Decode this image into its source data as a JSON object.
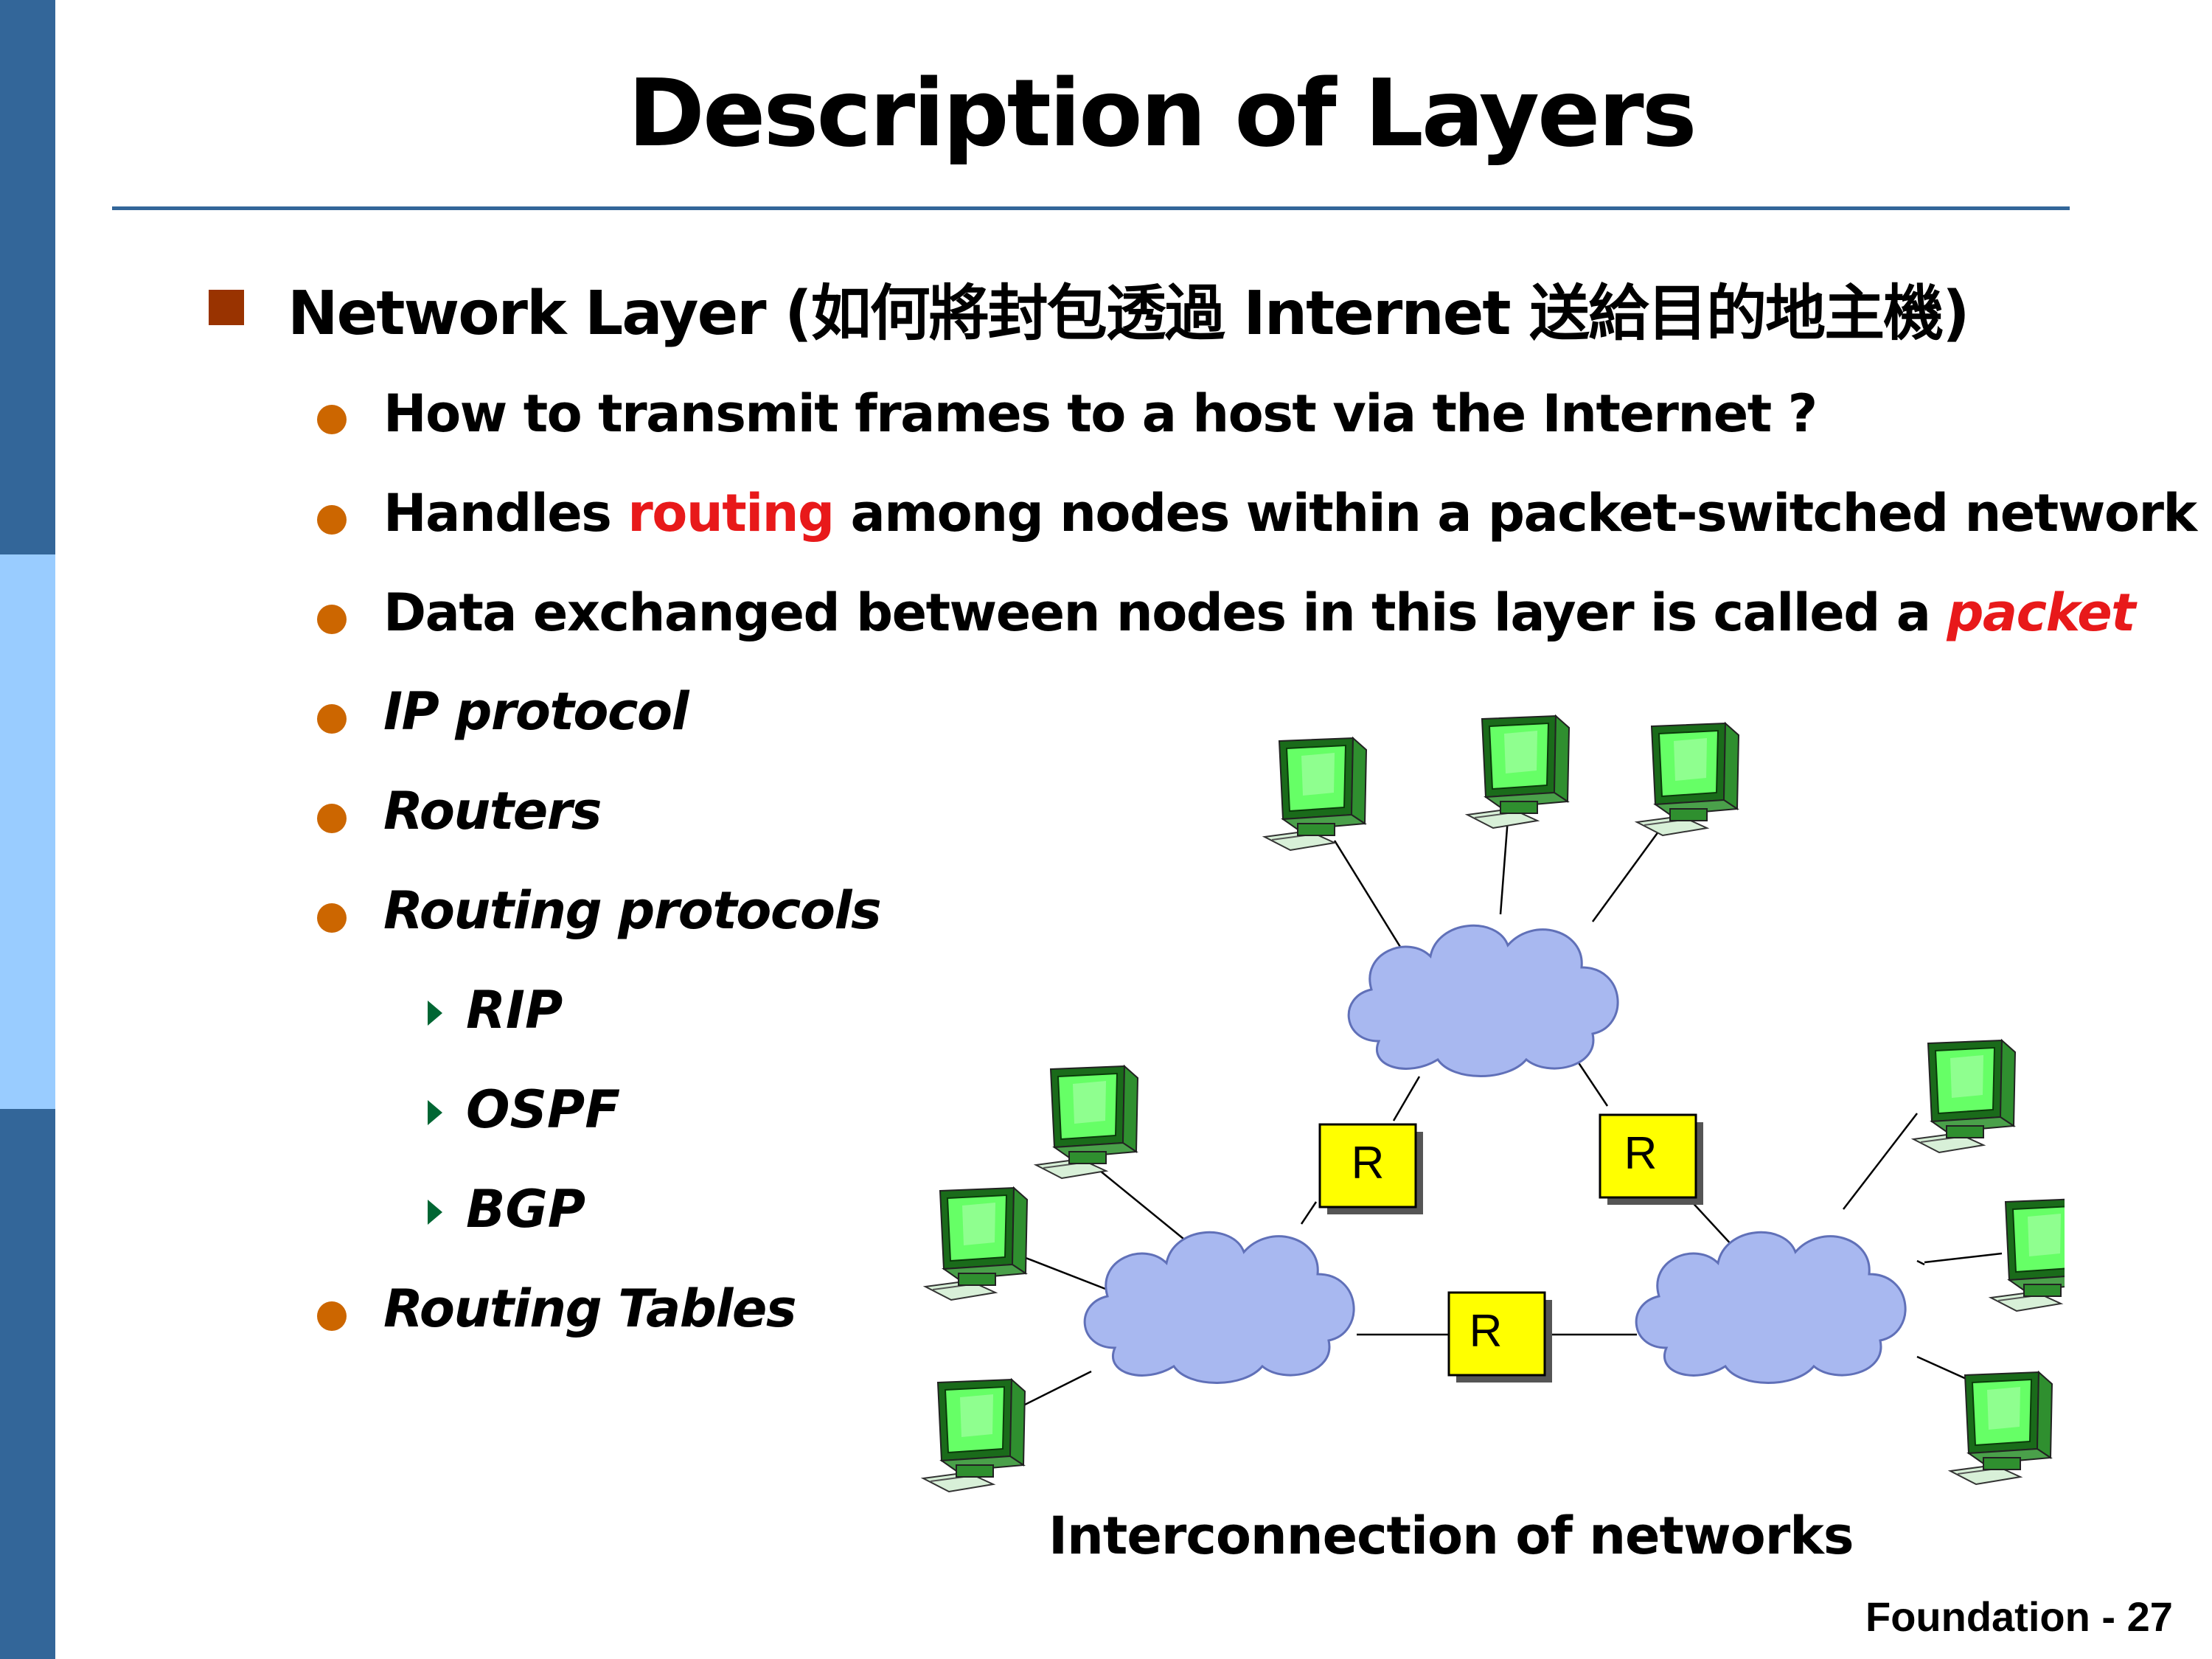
{
  "slide": {
    "title": "Description of Layers",
    "heading": {
      "label": "Network Layer (",
      "chinese": "如何將封包透過",
      "word": "Internet",
      "chinese2": "送給目的地主機",
      "close": ")"
    },
    "bullets": {
      "b1": "How to transmit frames to a host via the Internet ?",
      "b2_pre": "Handles ",
      "b2_red": "routing",
      "b2_post": " among nodes within a packet-switched network",
      "b3_pre": "Data exchanged between nodes in this layer is called a ",
      "b3_red": "packet",
      "b4": "IP protocol",
      "b5": "Routers",
      "b6": "Routing protocols",
      "b7": "Routing Tables"
    },
    "sub_bullets": [
      "RIP",
      "OSPF",
      "BGP"
    ],
    "diagram": {
      "router_labels": [
        "R",
        "R",
        "R"
      ],
      "caption": "Interconnection of networks"
    },
    "footer": "Foundation - 27"
  },
  "colors": {
    "sidebar_dark": "#336699",
    "sidebar_light": "#99ccff",
    "square_bullet": "#993300",
    "dot_bullet": "#cc6600",
    "arrow_bullet": "#006633",
    "highlight_red": "#e8191a",
    "cloud": "#a8b8f0",
    "router_box": "#ffff00",
    "monitor_screen": "#66ff66"
  }
}
